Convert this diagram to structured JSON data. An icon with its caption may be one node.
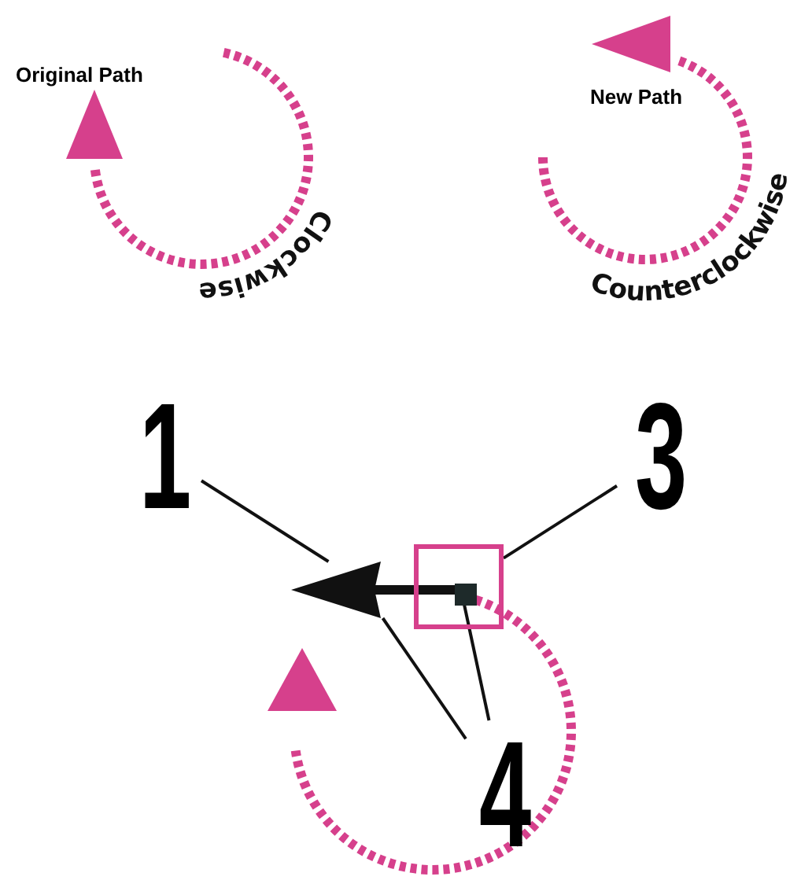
{
  "diagram": {
    "nodes": [
      {
        "text": [
          "1"
        ]
      },
      {
        "text": [
          "3"
        ]
      },
      {
        "text": [
          "4"
        ]
      },
      {
        "text": [],
        "shape": "arrow"
      },
      {
        "text": [],
        "shape": "box"
      },
      {
        "text": [],
        "shape": "box",
        "in": 4
      }
    ],
    "edges": [
      {
        "from": 0,
        "to": 3,
        "arrow": "none"
      },
      {
        "from": 1,
        "to": 4,
        "arrow": "none"
      },
      {
        "from": 2,
        "to": 3,
        "arrow": "none"
      },
      {
        "from": 2,
        "to": 5,
        "arrow": "none"
      }
    ],
    "labels": [
      "Original Path",
      "Clockwise",
      "New Path",
      "Counterclockwise"
    ]
  }
}
